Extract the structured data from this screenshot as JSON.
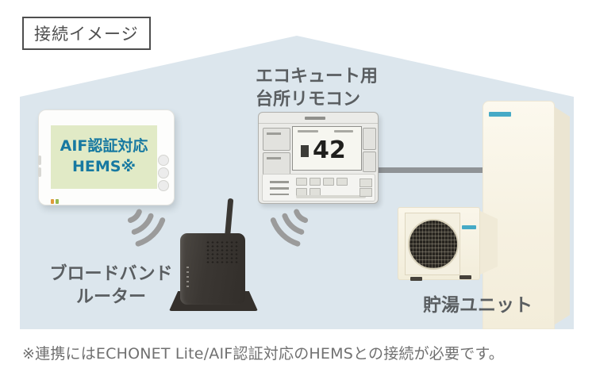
{
  "diagram": {
    "title": "接続イメージ",
    "footnote": "※連携にはECHONET Lite/AIF認証対応のHEMSとの接続が必要です。"
  },
  "hems": {
    "screen_line1": "AIF認証対応",
    "screen_line2": "HEMS※"
  },
  "kitchen_remote": {
    "label_line1": "エコキュート用",
    "label_line2": "台所リモコン",
    "display_value": "42"
  },
  "router": {
    "label_line1": "ブロードバンド",
    "label_line2": "ルーター"
  },
  "tank": {
    "label": "貯湯ユニット"
  },
  "icons": {
    "wifi": "three-arc-wireless-signal"
  },
  "colors": {
    "house_bg": "#dce6ed",
    "accent_teal": "#1779a1",
    "screen_green": "#e1eac6",
    "label_gray": "#5a5e61",
    "wifi_gray": "#9b9b9b",
    "router_dark": "#3a3733",
    "cream": "#f6f1e1",
    "connector_gray": "#8f9396",
    "brand_teal": "#46aac6",
    "indicator_orange": "#e09a3a",
    "indicator_green": "#95b94f"
  }
}
